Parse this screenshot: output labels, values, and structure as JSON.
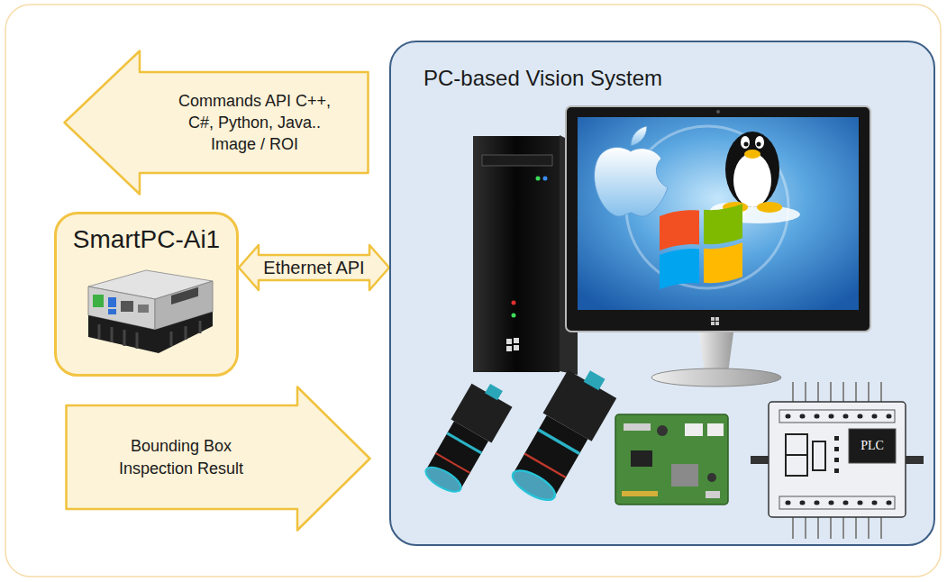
{
  "diagram": {
    "nodes": [
      {
        "text": [
          "Commands API C++, C#, Python, Java.. Image / ROI"
        ]
      },
      {
        "text": [
          "PC-based Vision System"
        ]
      },
      {
        "text": [
          "SmartPC-Ai1"
        ]
      },
      {
        "text": [
          "Bounding Box Inspection Result"
        ]
      }
    ],
    "edges": [
      {
        "from": 2,
        "to": 1,
        "label": "Ethernet API",
        "arrow": "both"
      }
    ],
    "labels": [
      "PLC"
    ]
  }
}
